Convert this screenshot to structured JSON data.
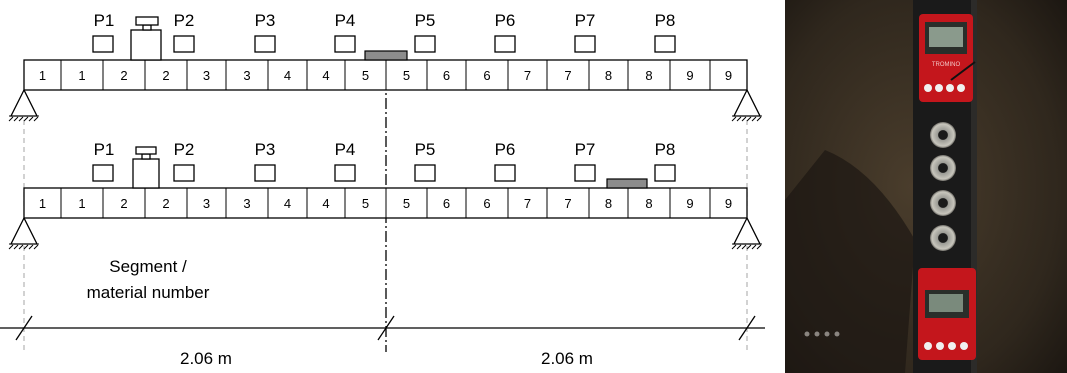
{
  "diagram": {
    "beams": [
      {
        "segments": [
          "1",
          "1",
          "2",
          "2",
          "3",
          "3",
          "4",
          "4",
          "5",
          "5",
          "6",
          "6",
          "7",
          "7",
          "8",
          "8",
          "9",
          "9"
        ],
        "sensors": [
          "P1",
          "P2",
          "P3",
          "P4",
          "P5",
          "P6",
          "P7",
          "P8"
        ]
      },
      {
        "segments": [
          "1",
          "1",
          "2",
          "2",
          "3",
          "3",
          "4",
          "4",
          "5",
          "5",
          "6",
          "6",
          "7",
          "7",
          "8",
          "8",
          "9",
          "9"
        ],
        "sensors": [
          "P1",
          "P2",
          "P3",
          "P4",
          "P5",
          "P6",
          "P7",
          "P8"
        ]
      }
    ],
    "annotation_line1": "Segment /",
    "annotation_line2": "material number",
    "dimensions": [
      "2.06 m",
      "2.06 m"
    ]
  },
  "photo": {
    "device_brand": "TROMINO",
    "colors": {
      "device": "#c4161c",
      "steel": "#1a1a1a",
      "floor": "#3a3024"
    }
  }
}
